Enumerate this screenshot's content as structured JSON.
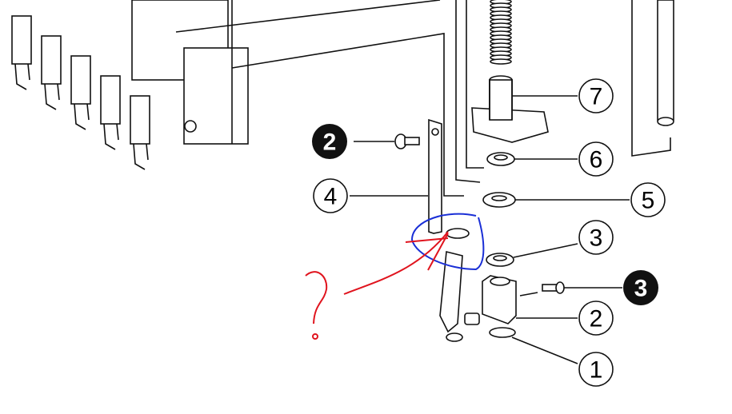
{
  "diagram": {
    "callouts": [
      {
        "id": "7",
        "label": "7",
        "style": "outline",
        "part": "bracket-top"
      },
      {
        "id": "6",
        "label": "6",
        "style": "outline",
        "part": "washer-small"
      },
      {
        "id": "5",
        "label": "5",
        "style": "outline",
        "part": "washer-large"
      },
      {
        "id": "4",
        "label": "4",
        "style": "outline",
        "part": "presser-arm"
      },
      {
        "id": "3",
        "label": "3",
        "style": "outline",
        "part": "washer-lower"
      },
      {
        "id": "2",
        "label": "2",
        "style": "outline",
        "part": "foot-holder"
      },
      {
        "id": "1",
        "label": "1",
        "style": "outline",
        "part": "ring"
      }
    ],
    "screw_callouts": [
      {
        "label": "2",
        "style": "filled"
      },
      {
        "label": "3",
        "style": "filled"
      }
    ],
    "annotations": {
      "question_mark": "?",
      "question_color": "#e0141e",
      "circle_color": "#1a2fd6"
    }
  }
}
